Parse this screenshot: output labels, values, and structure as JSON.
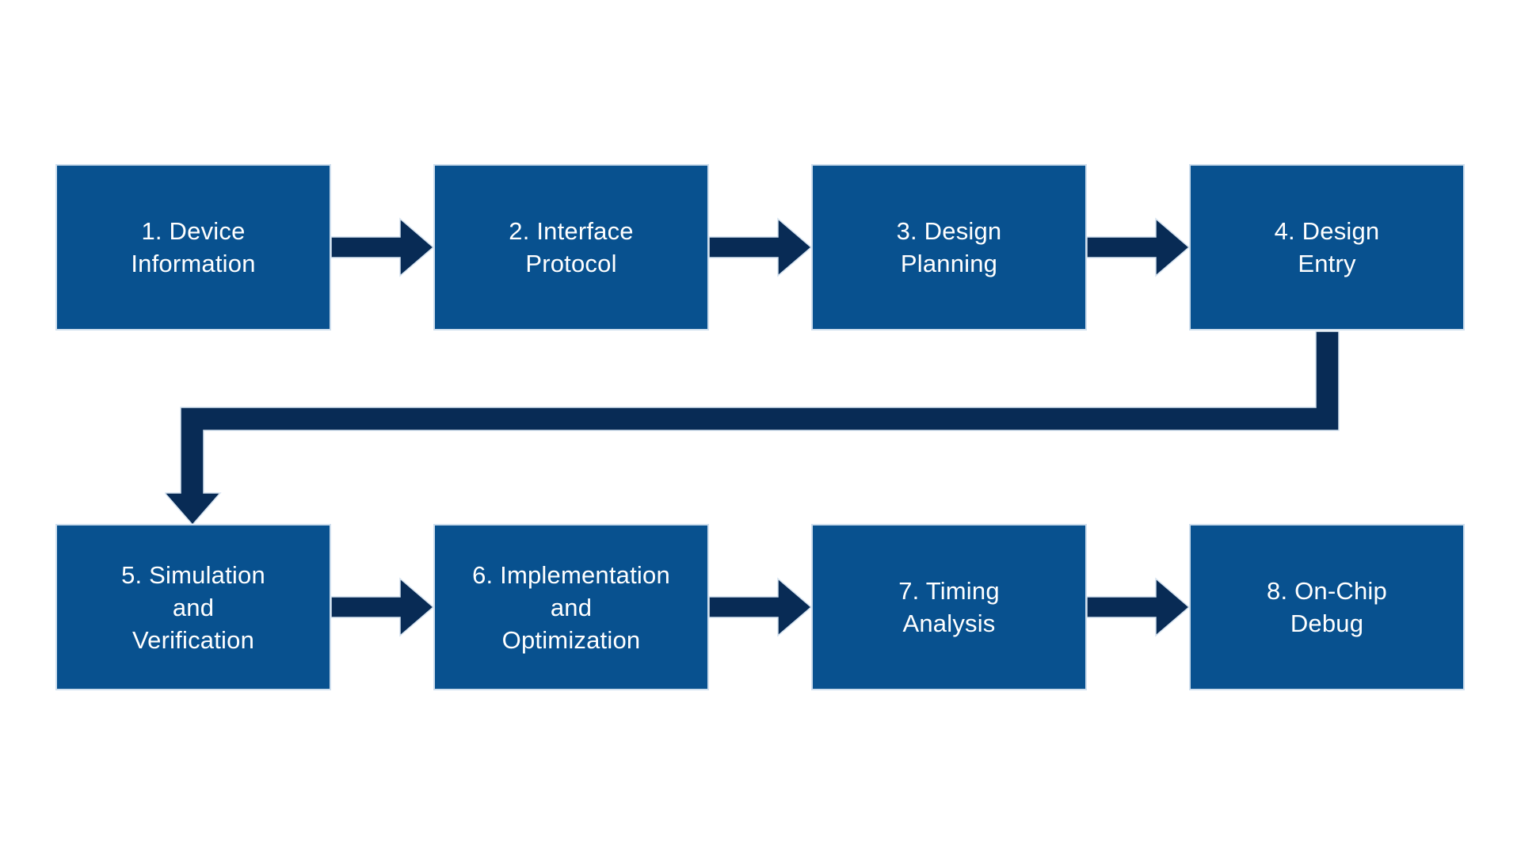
{
  "colors": {
    "background": "#ffffff",
    "box_fill": "#08518f",
    "box_border": "#cfdfee",
    "connector": "#082b55",
    "halo": "#d6e3f0",
    "text": "#ffffff"
  },
  "diagram": {
    "type": "flowchart",
    "direction": "left-to-right, two rows, snake layout"
  },
  "stages": [
    {
      "id": "1",
      "label": "1. Device\nInformation"
    },
    {
      "id": "2",
      "label": "2. Interface\nProtocol"
    },
    {
      "id": "3",
      "label": "3. Design\nPlanning"
    },
    {
      "id": "4",
      "label": "4. Design\nEntry"
    },
    {
      "id": "5",
      "label": "5. Simulation\nand\nVerification"
    },
    {
      "id": "6",
      "label": "6. Implementation\nand\nOptimization"
    },
    {
      "id": "7",
      "label": "7. Timing\nAnalysis"
    },
    {
      "id": "8",
      "label": "8. On-Chip\nDebug"
    }
  ],
  "edges": [
    {
      "from": "1",
      "to": "2",
      "shape": "arrow-right"
    },
    {
      "from": "2",
      "to": "3",
      "shape": "arrow-right"
    },
    {
      "from": "3",
      "to": "4",
      "shape": "arrow-right"
    },
    {
      "from": "4",
      "to": "5",
      "shape": "elbow-down-left-down"
    },
    {
      "from": "5",
      "to": "6",
      "shape": "arrow-right"
    },
    {
      "from": "6",
      "to": "7",
      "shape": "arrow-right"
    },
    {
      "from": "7",
      "to": "8",
      "shape": "arrow-right"
    }
  ]
}
